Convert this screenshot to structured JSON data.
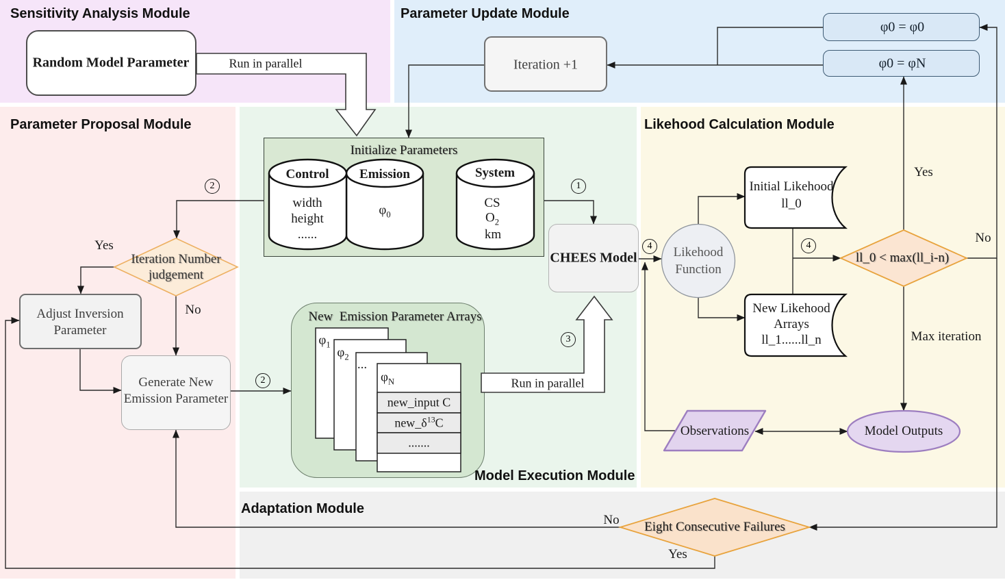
{
  "modules": {
    "sensitivity": {
      "title": "Sensitivity Analysis Module"
    },
    "parameter_update": {
      "title": "Parameter Update Module"
    },
    "parameter_proposal": {
      "title": "Parameter Proposal Module"
    },
    "model_execution": {
      "title": "Model Execution Module"
    },
    "likelihood_calculation": {
      "title": "Likehood Calculation Module"
    },
    "adaptation": {
      "title": "Adaptation Module"
    }
  },
  "nodes": {
    "random_model_parameter": {
      "label": "Random Model Parameter"
    },
    "iteration_plus_one": {
      "label": "Iteration +1"
    },
    "phi0_eq_phi0": {
      "label": "φ0 = φ0"
    },
    "phi0_eq_phiN": {
      "label": "φ0 = φN"
    },
    "initialize_parameters": {
      "title": "Initialize Parameters"
    },
    "control_cylinder": {
      "title": "Control",
      "line1": "width",
      "line2": "height",
      "line3": "......"
    },
    "emission_cylinder": {
      "title": "Emission",
      "phi_base": "φ",
      "phi_sub": "0"
    },
    "system_cylinder": {
      "title": "System",
      "line1": "CS",
      "o_base": "O",
      "o_sub": "2",
      "line3": "km"
    },
    "chees_model": {
      "label": "CHEES Model"
    },
    "likelihood_function": {
      "line1": "Likehood",
      "line2": "Function"
    },
    "initial_likelihood": {
      "line1": "Initial Likehood",
      "line2": "ll_0"
    },
    "new_likelihood": {
      "line1": "New Likehood",
      "line2": "Arrays",
      "line3": "ll_1......ll_n"
    },
    "ll_decision": {
      "label": "ll_0 < max(ll_i-n)"
    },
    "observations": {
      "label": "Observations"
    },
    "model_outputs": {
      "label": "Model Outputs"
    },
    "iteration_judgement": {
      "line1": "Iteration Number",
      "line2": "judgement"
    },
    "adjust_inversion": {
      "line1": "Adjust Inversion",
      "line2": "Parameter"
    },
    "generate_new_emission": {
      "line1": "Generate New",
      "line2": "Emission Parameter"
    },
    "new_emission_arrays": {
      "title": "New  Emission Parameter Arrays",
      "card1_base": "φ",
      "card1_sub": "1",
      "card2_base": "φ",
      "card2_sub": "2",
      "card3_label": "...",
      "card4_base": "φ",
      "card4_sub": "N",
      "row1": "new_input C",
      "row2_pre": "new_δ",
      "row2_sup": "13",
      "row2_post": "C",
      "row3": "......."
    },
    "eight_failures": {
      "label": "Eight Consecutive Failures"
    }
  },
  "labels": {
    "run_parallel_top": "Run in parallel",
    "run_parallel_mid": "Run in parallel",
    "yes_judgement": "Yes",
    "no_judgement": "No",
    "yes_ll": "Yes",
    "no_ll": "No",
    "max_iteration": "Max iteration",
    "no_failures": "No",
    "yes_failures": "Yes",
    "c1": "1",
    "c2a": "2",
    "c2b": "2",
    "c3": "3",
    "c4a": "4",
    "c4b": "4"
  },
  "colors": {
    "sensitivity_bg": "#f6e5f9",
    "parameter_update_bg": "#e0eefa",
    "parameter_proposal_bg": "#fdecec",
    "model_execution_bg": "#eaf5ec",
    "likelihood_bg": "#fcf8e5",
    "adaptation_bg": "#f0f0f0",
    "initialize_box_bg": "#d9e8d3",
    "arrays_container_bg": "#d4e7d1",
    "blue_box_bg": "#d9e8f6",
    "gray_box_bg": "#f3f3f3",
    "diamond_fill": "#fbe5d2",
    "diamond_border": "#e8a33d",
    "purple_fill": "#e3d5ee",
    "purple_border": "#9c7dbf",
    "line_color": "#2b2b2b"
  }
}
